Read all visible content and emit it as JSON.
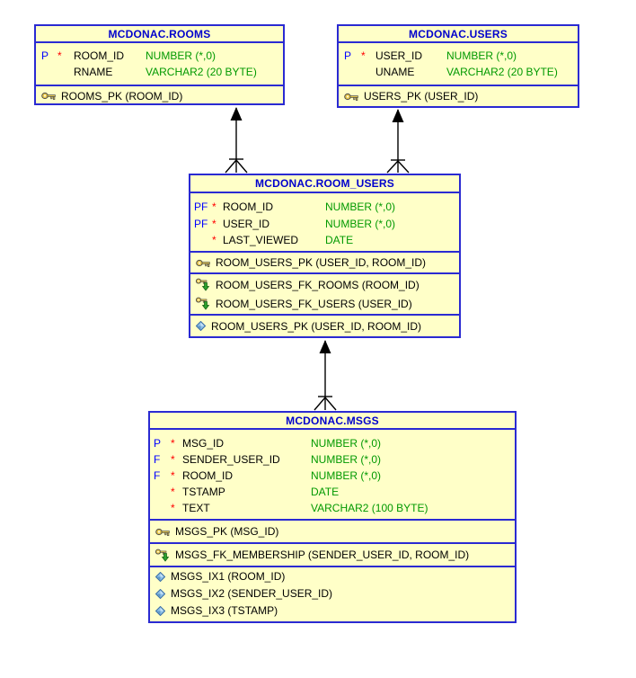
{
  "diagram": {
    "tool_style": "oracle-data-modeler-relational-diagram",
    "colors": {
      "table_background": "#ffffc8",
      "table_border": "#2a2ad2",
      "title_text": "#0000cd",
      "column_name_text": "#000000",
      "data_type_text": "#009900",
      "flag_text": "#0000ff",
      "mandatory_star": "#ff0000",
      "connector": "#000000",
      "page_background": "#ffffff"
    },
    "tables": [
      {
        "title": "MCDONAC.ROOMS",
        "columns": [
          {
            "flag": "P",
            "req": "*",
            "name": "ROOM_ID",
            "type": "NUMBER (*,0)"
          },
          {
            "flag": "",
            "req": "",
            "name": "RNAME",
            "type": "VARCHAR2 (20 BYTE)"
          }
        ],
        "pks": [
          "ROOMS_PK (ROOM_ID)"
        ],
        "fks": [],
        "indexes": []
      },
      {
        "title": "MCDONAC.USERS",
        "columns": [
          {
            "flag": "P",
            "req": "*",
            "name": "USER_ID",
            "type": "NUMBER (*,0)"
          },
          {
            "flag": "",
            "req": "",
            "name": "UNAME",
            "type": "VARCHAR2 (20 BYTE)"
          }
        ],
        "pks": [
          "USERS_PK (USER_ID)"
        ],
        "fks": [],
        "indexes": []
      },
      {
        "title": "MCDONAC.ROOM_USERS",
        "columns": [
          {
            "flag": "PF",
            "req": "*",
            "name": "ROOM_ID",
            "type": "NUMBER (*,0)"
          },
          {
            "flag": "PF",
            "req": "*",
            "name": "USER_ID",
            "type": "NUMBER (*,0)"
          },
          {
            "flag": "",
            "req": "*",
            "name": "LAST_VIEWED",
            "type": "DATE"
          }
        ],
        "pks": [
          "ROOM_USERS_PK (USER_ID, ROOM_ID)"
        ],
        "fks": [
          "ROOM_USERS_FK_ROOMS (ROOM_ID)",
          "ROOM_USERS_FK_USERS (USER_ID)"
        ],
        "indexes": [
          "ROOM_USERS_PK (USER_ID, ROOM_ID)"
        ]
      },
      {
        "title": "MCDONAC.MSGS",
        "columns": [
          {
            "flag": "P",
            "req": "*",
            "name": "MSG_ID",
            "type": "NUMBER (*,0)"
          },
          {
            "flag": "F",
            "req": "*",
            "name": "SENDER_USER_ID",
            "type": "NUMBER (*,0)"
          },
          {
            "flag": "F",
            "req": "*",
            "name": "ROOM_ID",
            "type": "NUMBER (*,0)"
          },
          {
            "flag": "",
            "req": "*",
            "name": "TSTAMP",
            "type": "DATE"
          },
          {
            "flag": "",
            "req": "*",
            "name": "TEXT",
            "type": "VARCHAR2 (100 BYTE)"
          }
        ],
        "pks": [
          "MSGS_PK (MSG_ID)"
        ],
        "fks": [
          "MSGS_FK_MEMBERSHIP (SENDER_USER_ID, ROOM_ID)"
        ],
        "indexes": [
          "MSGS_IX1 (ROOM_ID)",
          "MSGS_IX2 (SENDER_USER_ID)",
          "MSGS_IX3 (TSTAMP)"
        ]
      }
    ],
    "relationships": [
      {
        "child": "MCDONAC.ROOM_USERS",
        "parent": "MCDONAC.ROOMS",
        "parent_end": "arrow",
        "child_end": "crow-foot"
      },
      {
        "child": "MCDONAC.ROOM_USERS",
        "parent": "MCDONAC.USERS",
        "parent_end": "arrow",
        "child_end": "crow-foot"
      },
      {
        "child": "MCDONAC.MSGS",
        "parent": "MCDONAC.ROOM_USERS",
        "parent_end": "arrow",
        "child_end": "crow-foot"
      }
    ]
  }
}
